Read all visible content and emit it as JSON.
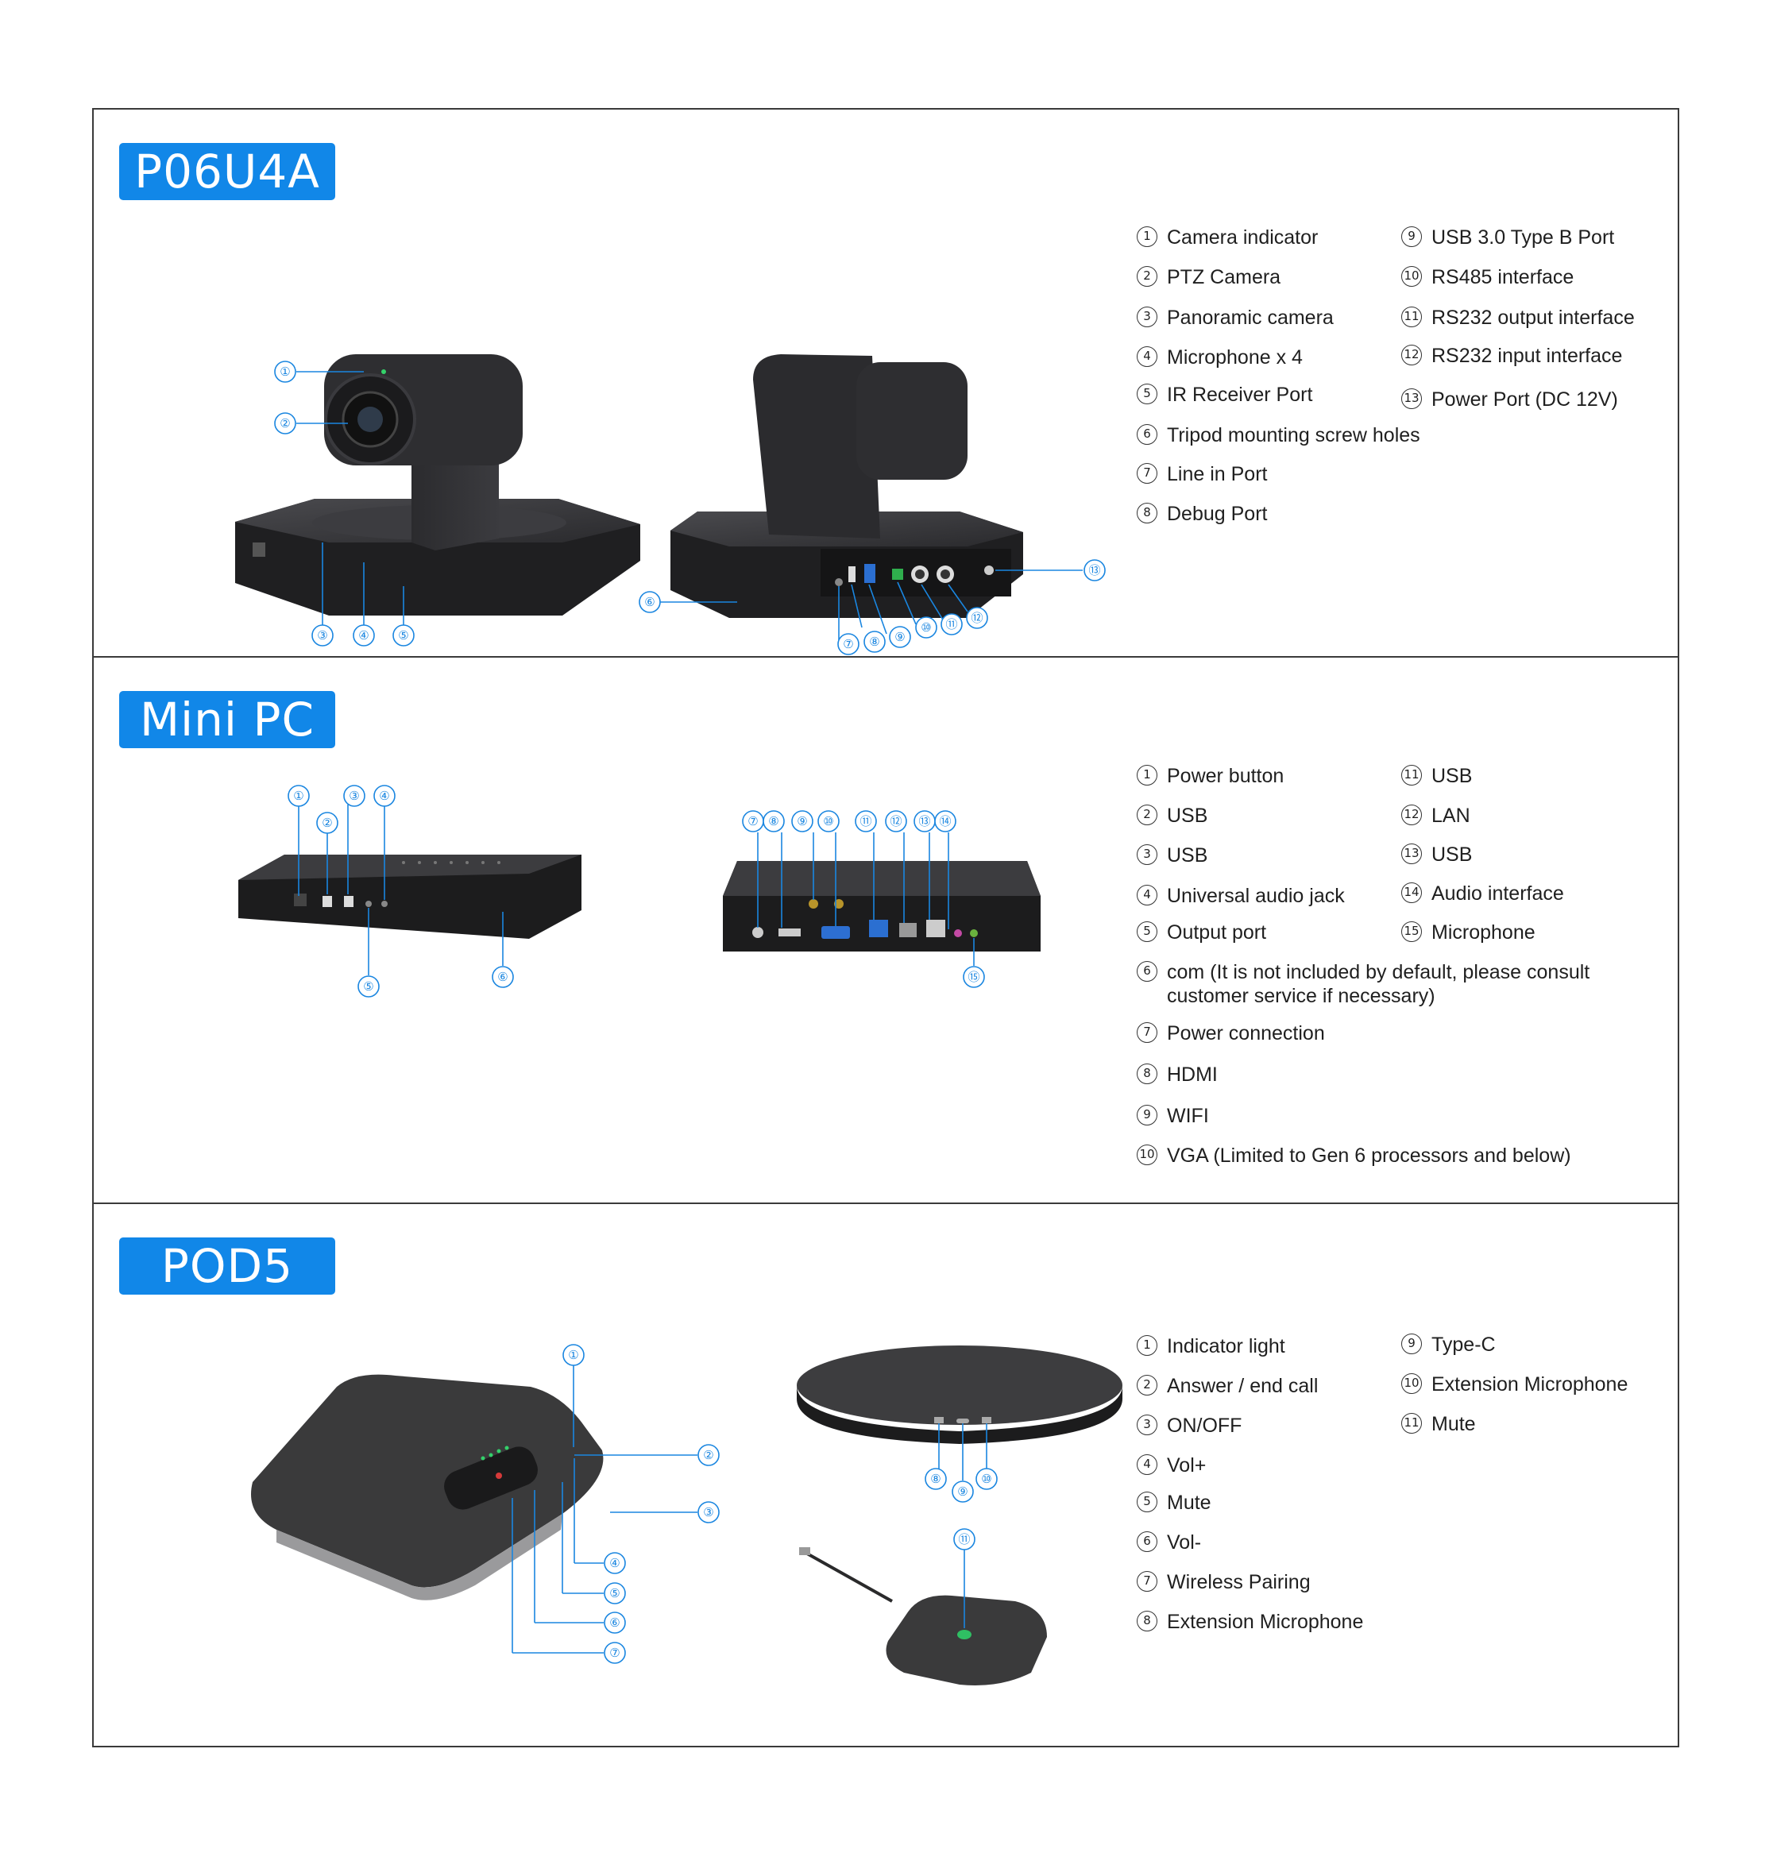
{
  "sections": [
    {
      "title": "P06U4A",
      "legend_left": [
        {
          "num": "1",
          "label": "Camera indicator"
        },
        {
          "num": "2",
          "label": "PTZ Camera"
        },
        {
          "num": "3",
          "label": "Panoramic camera"
        },
        {
          "num": "4",
          "label": "Microphone x 4"
        },
        {
          "num": "5",
          "label": "IR Receiver Port"
        },
        {
          "num": "6",
          "label": "Tripod mounting screw holes"
        },
        {
          "num": "7",
          "label": "Line in Port"
        },
        {
          "num": "8",
          "label": "Debug Port"
        }
      ],
      "legend_right": [
        {
          "num": "9",
          "label": "USB 3.0 Type B Port"
        },
        {
          "num": "10",
          "label": "RS485  interface"
        },
        {
          "num": "11",
          "label": "RS232 output interface"
        },
        {
          "num": "12",
          "label": "RS232 input interface"
        },
        {
          "num": "13",
          "label": "Power Port (DC 12V)"
        }
      ]
    },
    {
      "title": "Mini PC",
      "legend_left": [
        {
          "num": "1",
          "label": "Power button"
        },
        {
          "num": "2",
          "label": "USB"
        },
        {
          "num": "3",
          "label": "USB"
        },
        {
          "num": "4",
          "label": "Universal audio jack"
        },
        {
          "num": "5",
          "label": "Output port"
        },
        {
          "num": "6",
          "label": "com (It is not included by default, please consult customer service if necessary)"
        },
        {
          "num": "7",
          "label": "Power connection"
        },
        {
          "num": "8",
          "label": "HDMI"
        },
        {
          "num": "9",
          "label": "WIFI"
        },
        {
          "num": "10",
          "label": "VGA (Limited to Gen 6 processors and below)"
        }
      ],
      "legend_right": [
        {
          "num": "11",
          "label": "USB"
        },
        {
          "num": "12",
          "label": "LAN"
        },
        {
          "num": "13",
          "label": "USB"
        },
        {
          "num": "14",
          "label": "Audio interface"
        },
        {
          "num": "15",
          "label": "Microphone"
        }
      ]
    },
    {
      "title": "POD5",
      "legend_left": [
        {
          "num": "1",
          "label": "Indicator light"
        },
        {
          "num": "2",
          "label": "Answer / end call"
        },
        {
          "num": "3",
          "label": "ON/OFF"
        },
        {
          "num": "4",
          "label": "Vol+"
        },
        {
          "num": "5",
          "label": "Mute"
        },
        {
          "num": "6",
          "label": "Vol-"
        },
        {
          "num": "7",
          "label": "Wireless Pairing"
        },
        {
          "num": "8",
          "label": "Extension Microphone"
        }
      ],
      "legend_right": [
        {
          "num": "9",
          "label": "Type-C"
        },
        {
          "num": "10",
          "label": "Extension Microphone"
        },
        {
          "num": "11",
          "label": "Mute"
        }
      ]
    }
  ],
  "accent_color": "#1187e8"
}
